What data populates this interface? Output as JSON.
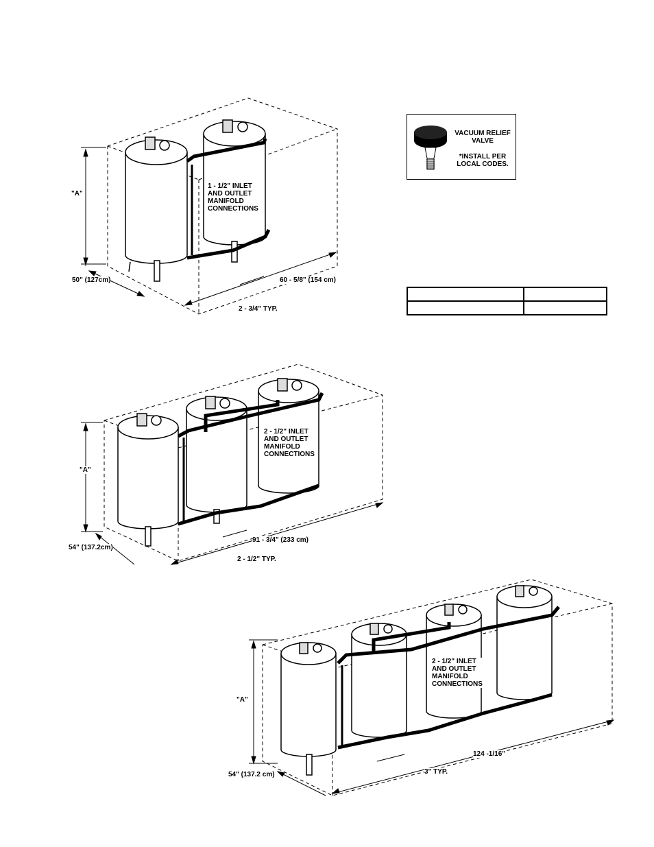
{
  "figure1": {
    "dim_height": "\"A\"",
    "dim_depth": "50\" (127cm)",
    "dim_width": "60 - 5/8\" (154 cm)",
    "dim_spacing": "2 - 3/4\" TYP.",
    "manifold_label": "1 - 1/2\" INLET\nAND OUTLET\nMANIFOLD\nCONNECTIONS"
  },
  "figure2": {
    "dim_height": "\"A\"",
    "dim_depth": "54\" (137.2cm)",
    "dim_width": "91 - 3/4\" (233 cm)",
    "dim_spacing": "2 - 1/2\" TYP.",
    "manifold_label": "2 - 1/2\" INLET\nAND OUTLET\nMANIFOLD\nCONNECTIONS"
  },
  "figure3": {
    "dim_height": "\"A\"",
    "dim_depth": "54\" (137.2 cm)",
    "dim_width": "124 -1/16\"",
    "dim_spacing": "3\" TYP.",
    "manifold_label": "2 - 1/2\" INLET\nAND OUTLET\nMANIFOLD\nCONNECTIONS"
  },
  "valve": {
    "title": "VACUUM RELIEF\nVALVE",
    "note": "*INSTALL PER\nLOCAL CODES."
  },
  "table": {
    "rows": [
      [
        "",
        ""
      ],
      [
        "",
        ""
      ]
    ]
  }
}
